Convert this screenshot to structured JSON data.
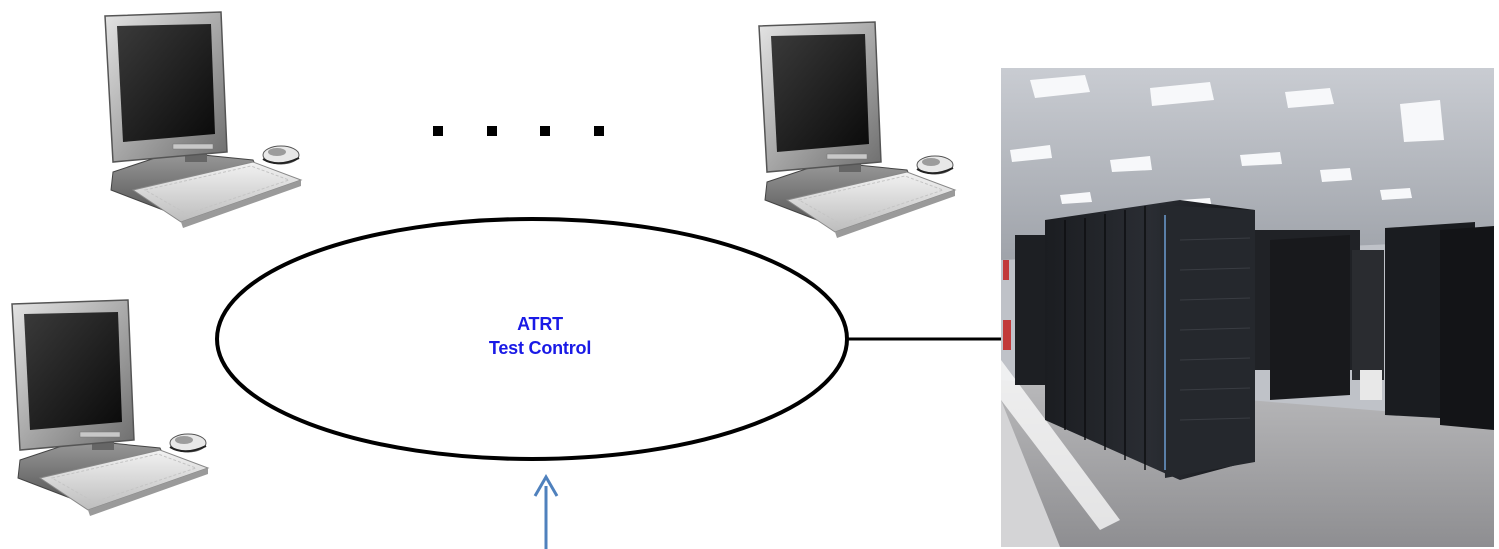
{
  "diagram": {
    "hub": {
      "line1": "ATRT",
      "line2": "Test Control",
      "text_color": "#1a1ae6"
    },
    "nodes": [
      {
        "name": "workstation-1",
        "icon": "desktop-computer-icon"
      },
      {
        "name": "workstation-2",
        "icon": "desktop-computer-icon"
      },
      {
        "name": "workstation-3",
        "icon": "desktop-computer-icon"
      }
    ],
    "ellipsis_icon": "ellipsis-dots",
    "server_room_icon": "data-center-photo",
    "arrow_color": "#4f81bd"
  }
}
